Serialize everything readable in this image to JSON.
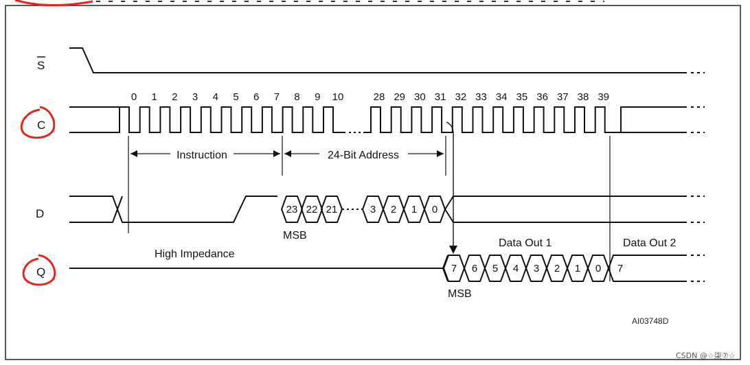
{
  "signals": {
    "s": "S",
    "c": "C",
    "d": "D",
    "q": "Q"
  },
  "clock_numbers": [
    "0",
    "1",
    "2",
    "3",
    "4",
    "5",
    "6",
    "7",
    "8",
    "9",
    "10",
    "28",
    "29",
    "30",
    "31",
    "32",
    "33",
    "34",
    "35",
    "36",
    "37",
    "38",
    "39"
  ],
  "brackets": {
    "instruction": "Instruction",
    "address": "24-Bit Address"
  },
  "d_bits": [
    "23",
    "22",
    "21",
    "3",
    "2",
    "1",
    "0"
  ],
  "q_bits": [
    "7",
    "6",
    "5",
    "4",
    "3",
    "2",
    "1",
    "0"
  ],
  "q_next_bit": "7",
  "labels": {
    "d_msb": "MSB",
    "q_msb": "MSB",
    "high_impedance": "High Impedance",
    "data_out_1": "Data Out 1",
    "data_out_2": "Data Out 2",
    "figure_id": "AI03748D"
  },
  "watermark": "CSDN @☆柒⑦☆",
  "colors": {
    "line": "#111111",
    "annotation": "#e8231d"
  }
}
